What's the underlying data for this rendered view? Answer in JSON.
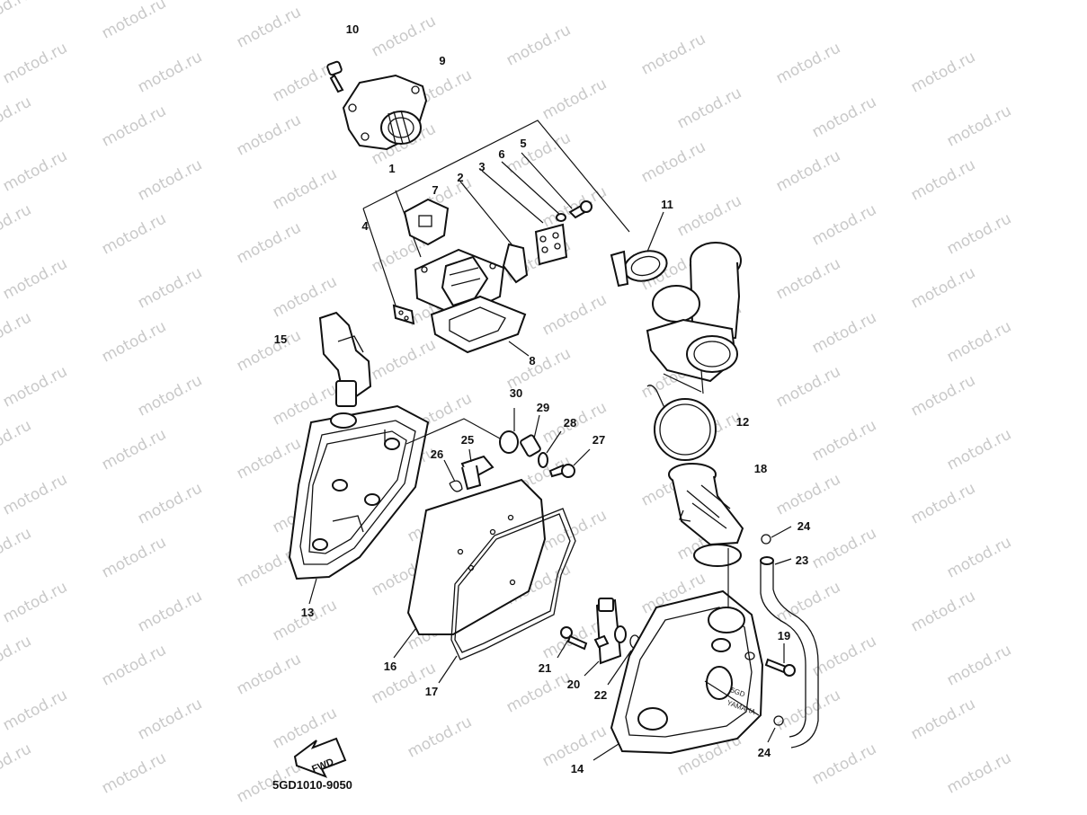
{
  "watermark": "motod.ru",
  "diagram_code": "5GD1010-9050",
  "fwd_label": "FWD",
  "brand_label": "YAMAHA",
  "housing_mark": "5GD",
  "callouts": [
    {
      "id": "c1",
      "label": "1"
    },
    {
      "id": "c2",
      "label": "2"
    },
    {
      "id": "c3",
      "label": "3"
    },
    {
      "id": "c4",
      "label": "4"
    },
    {
      "id": "c5",
      "label": "5"
    },
    {
      "id": "c6",
      "label": "6"
    },
    {
      "id": "c7",
      "label": "7"
    },
    {
      "id": "c8",
      "label": "8"
    },
    {
      "id": "c9",
      "label": "9"
    },
    {
      "id": "c10",
      "label": "10"
    },
    {
      "id": "c11",
      "label": "11"
    },
    {
      "id": "c12",
      "label": "12"
    },
    {
      "id": "c13",
      "label": "13"
    },
    {
      "id": "c14",
      "label": "14"
    },
    {
      "id": "c15",
      "label": "15"
    },
    {
      "id": "c16",
      "label": "16"
    },
    {
      "id": "c17",
      "label": "17"
    },
    {
      "id": "c18",
      "label": "18"
    },
    {
      "id": "c19",
      "label": "19"
    },
    {
      "id": "c20",
      "label": "20"
    },
    {
      "id": "c21",
      "label": "21"
    },
    {
      "id": "c22",
      "label": "22"
    },
    {
      "id": "c23",
      "label": "23"
    },
    {
      "id": "c24a",
      "label": "24"
    },
    {
      "id": "c24b",
      "label": "24"
    },
    {
      "id": "c25",
      "label": "25"
    },
    {
      "id": "c26",
      "label": "26"
    },
    {
      "id": "c27",
      "label": "27"
    },
    {
      "id": "c28",
      "label": "28"
    },
    {
      "id": "c29",
      "label": "29"
    },
    {
      "id": "c30",
      "label": "30"
    }
  ]
}
